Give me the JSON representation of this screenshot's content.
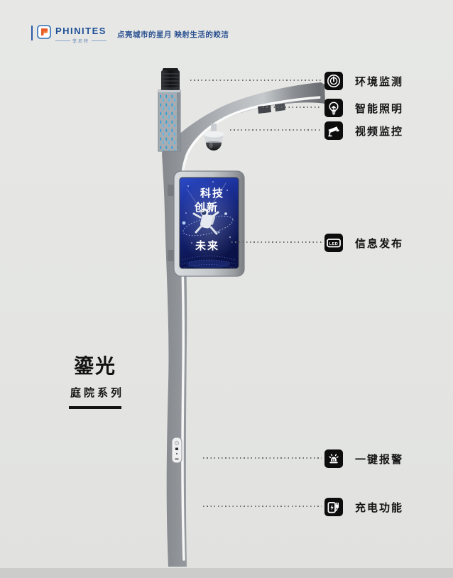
{
  "header": {
    "brand": "PHINITES",
    "brand_sub": "菲尼特",
    "tagline": "点亮城市的星月 映射生活的皎洁",
    "brand_color": "#2a5ba8"
  },
  "product": {
    "name": "鎏光",
    "series": "庭院系列"
  },
  "pole_screen": {
    "line1": "科技",
    "line2": "创新",
    "line3": "未来"
  },
  "features": [
    {
      "label": "环境监测",
      "icon": "gauge-icon"
    },
    {
      "label": "智能照明",
      "icon": "bulb-icon"
    },
    {
      "label": "视频监控",
      "icon": "cctv-icon"
    },
    {
      "label": "信息发布",
      "icon": "led-display-icon",
      "badge": "LED"
    },
    {
      "label": "一键报警",
      "icon": "alarm-icon"
    },
    {
      "label": "充电功能",
      "icon": "charging-icon"
    }
  ],
  "colors": {
    "background": "#e4e5e3",
    "bottom_strip": "#cccdcb",
    "icon_background": "#0d0d0d",
    "label_text": "#141414",
    "brand_blue": "#1f5096",
    "screen_blue": "#1b2f97",
    "led_dot_blue": "#2f9fd6"
  }
}
